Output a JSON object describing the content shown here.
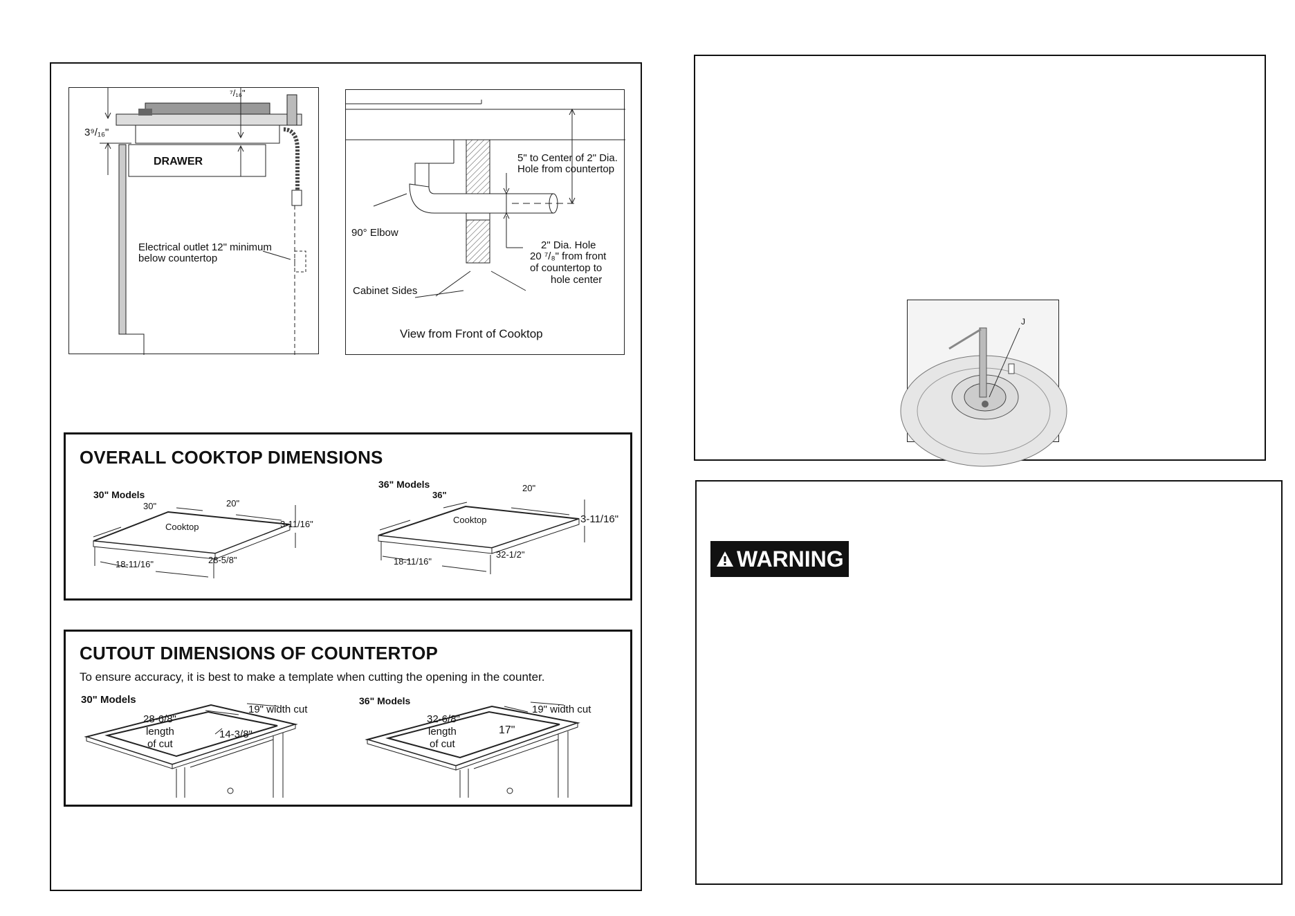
{
  "diagram1": {
    "dim_top": "⁷/₁₆\"",
    "dim_side": "3⁹/₁₆\"",
    "drawer": "DRAWER",
    "outlet_line1": "Electrical outlet 12\" minimum",
    "outlet_line2": "below countertop"
  },
  "diagram2": {
    "center_line1": "5\" to Center of 2\" Dia.",
    "center_line2": "Hole from countertop",
    "elbow": "90° Elbow",
    "hole_line1": "2\" Dia. Hole",
    "hole_line2": "20 ⁷/₈\" from front",
    "hole_line3": "of countertop to",
    "hole_line4": "hole center",
    "cabinet": "Cabinet Sides",
    "caption": "View from Front of Cooktop"
  },
  "overall": {
    "title": "OVERALL COOKTOP DIMENSIONS",
    "m30": {
      "model": "30\" Models",
      "w": "30\"",
      "d": "20\"",
      "h": "3-11/16\"",
      "label": "Cooktop",
      "front": "18-11/16\"",
      "bottom": "28-5/8\""
    },
    "m36": {
      "model": "36\" Models",
      "w": "36\"",
      "d": "20\"",
      "h": "3-11/16\"",
      "label": "Cooktop",
      "front": "18-11/16\"",
      "bottom": "32-1/2\""
    }
  },
  "cutout": {
    "title": "CUTOUT DIMENSIONS OF COUNTERTOP",
    "subtitle": "To ensure accuracy, it is best to make a template when cutting the opening in the counter.",
    "m30": {
      "model": "30\" Models",
      "width": "19\" width cut",
      "len1": "28-6/8\"",
      "len2": "length",
      "len3": "of cut",
      "center": "14-3/8\""
    },
    "m36": {
      "model": "36\" Models",
      "width": "19\" width cut",
      "len1": "32-6/8\"",
      "len2": "length",
      "len3": "of cut",
      "center": "17\""
    }
  },
  "burner": {
    "label": "J"
  },
  "warning": {
    "label": "WARNING",
    "icon": "warning-triangle-icon"
  }
}
